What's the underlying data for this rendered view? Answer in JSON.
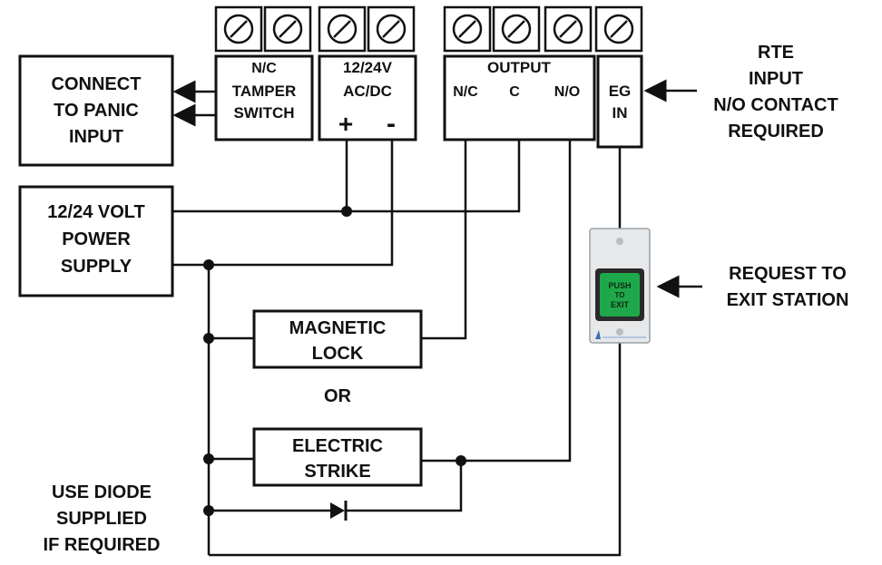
{
  "terminals": {
    "tamper_nc": "N/C",
    "tamper_line1": "TAMPER",
    "tamper_line2": "SWITCH",
    "power_line1": "12/24V",
    "power_line2": "AC/DC",
    "power_plus": "+",
    "power_minus": "-",
    "output_title": "OUTPUT",
    "output_nc": "N/C",
    "output_c": "C",
    "output_no": "N/O",
    "eg_line1": "EG",
    "eg_line2": "IN"
  },
  "panic": {
    "line1": "CONNECT",
    "line2": "TO PANIC",
    "line3": "INPUT"
  },
  "psu": {
    "line1": "12/24 VOLT",
    "line2": "POWER",
    "line3": "SUPPLY"
  },
  "maglock": {
    "line1": "MAGNETIC",
    "line2": "LOCK"
  },
  "or_text": "OR",
  "strike": {
    "line1": "ELECTRIC",
    "line2": "STRIKE"
  },
  "diode_note": {
    "line1": "USE DIODE",
    "line2": "SUPPLIED",
    "line3": "IF REQUIRED"
  },
  "rte": {
    "line1": "RTE",
    "line2": "INPUT",
    "line3": "N/O CONTACT",
    "line4": "REQUIRED"
  },
  "rex_label": {
    "line1": "REQUEST TO",
    "line2": "EXIT STATION"
  },
  "button_text": {
    "line1": "PUSH",
    "line2": "TO",
    "line3": "EXIT"
  },
  "colors": {
    "button_green": "#1fa84a",
    "plate": "#e6e8ea",
    "line": "#111111"
  }
}
